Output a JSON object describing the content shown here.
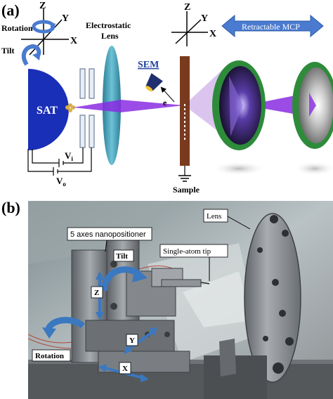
{
  "panel_a": {
    "letter": "(a)",
    "axes_left": {
      "z": "Z",
      "y": "Y",
      "x": "X"
    },
    "rotation_label": "Rotation",
    "tilt_label": "Tilt",
    "sat_label": "SAT",
    "lens_label": "Electrostatic Lens",
    "lens_label_line1": "Electrostatic",
    "lens_label_line2": "Lens",
    "sem_label": "SEM",
    "electron_label": "e",
    "vi_label": "V",
    "vi_sub": "i",
    "vo_label": "V",
    "vo_sub": "o",
    "axes_right": {
      "z": "Z",
      "y": "Y",
      "x": "X"
    },
    "sample_label": "Sample",
    "mcp_label": "Retractable MCP",
    "colors": {
      "sat": "#1a2fb8",
      "lens": "#4aa3b8",
      "beam": "#8a2be2",
      "sample": "#7a3a1e",
      "mcp_ring": "#2e8b3a",
      "arrow": "#4a7bd0",
      "sem_text": "#1f3fa0"
    }
  },
  "panel_b": {
    "letter": "(b)",
    "nanopositioner_label": "5 axes nanopositioner",
    "lens_label": "Lens",
    "tip_label": "Single-atom tip",
    "tilt_label": "Tilt",
    "z_label": "Z",
    "y_label": "Y",
    "x_label": "X",
    "rotation_label": "Rotation",
    "arrow_color": "#3a78c0"
  }
}
